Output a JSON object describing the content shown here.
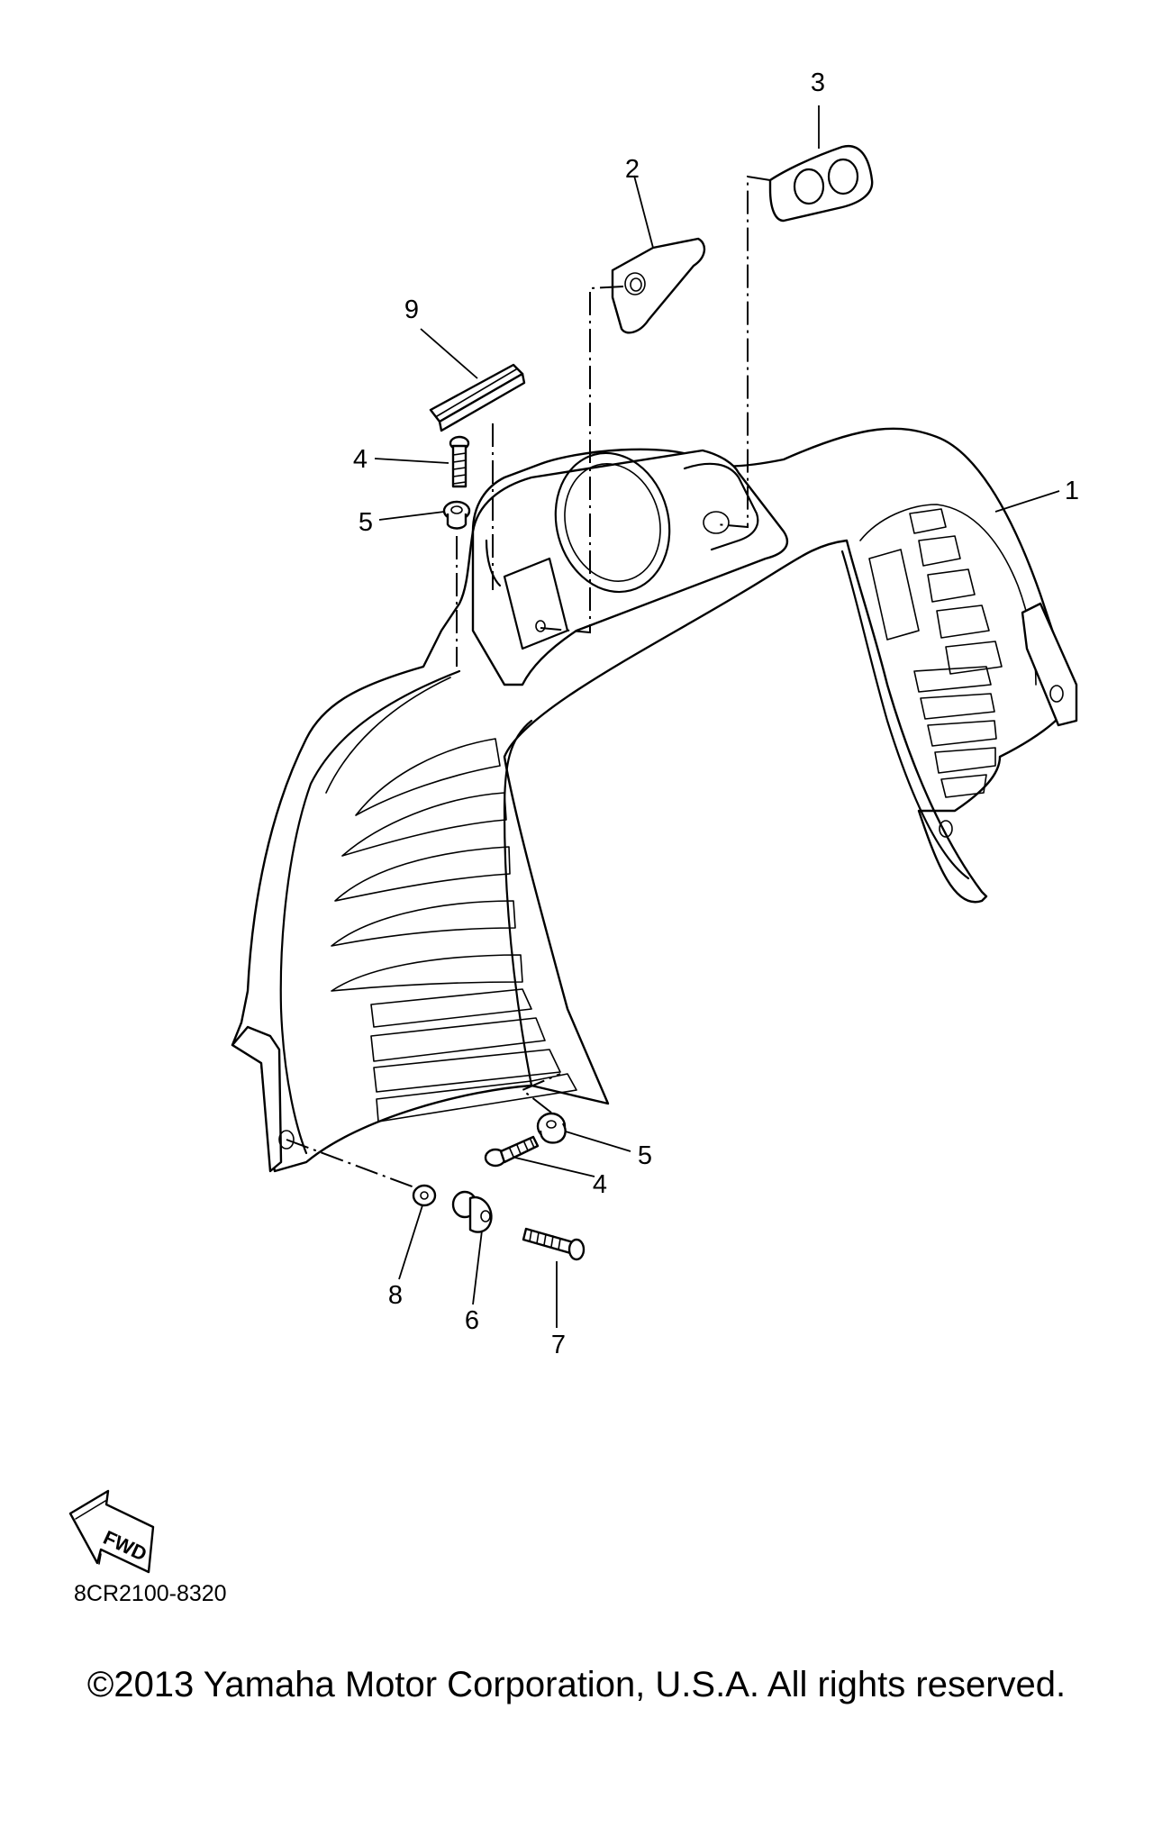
{
  "callouts": {
    "c1": "1",
    "c2": "2",
    "c3": "3",
    "c4a": "4",
    "c4b": "4",
    "c5a": "5",
    "c5b": "5",
    "c6": "6",
    "c7": "7",
    "c8": "8",
    "c9": "9"
  },
  "fwd_label": "FWD",
  "diagram_code": "8CR2100-8320",
  "copyright": "©2013 Yamaha Motor Corporation, U.S.A. All rights reserved."
}
